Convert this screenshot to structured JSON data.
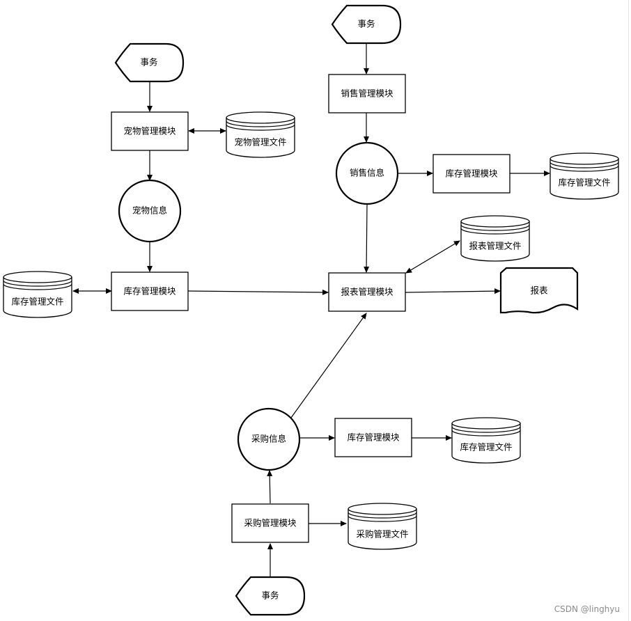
{
  "terminals": {
    "left": "事务",
    "top": "事务",
    "bottom": "事务"
  },
  "processes": {
    "pet_mgmt": "宠物管理模块",
    "inventory_left": "库存管理模块",
    "sales_mgmt": "销售管理模块",
    "inventory_sales": "库存管理模块",
    "report_mgmt": "报表管理模块",
    "inventory_purchase": "库存管理模块",
    "purchase_mgmt": "采购管理模块"
  },
  "info": {
    "pet": "宠物信息",
    "sales": "销售信息",
    "purchase": "采购信息"
  },
  "stores": {
    "pet_file": "宠物管理文件",
    "inventory_file_left": "库存管理文件",
    "inventory_file_sales": "库存管理文件",
    "report_file": "报表管理文件",
    "inventory_file_purchase": "库存管理文件",
    "purchase_file": "采购管理文件"
  },
  "document": "报表",
  "watermark": "CSDN @linghyu"
}
